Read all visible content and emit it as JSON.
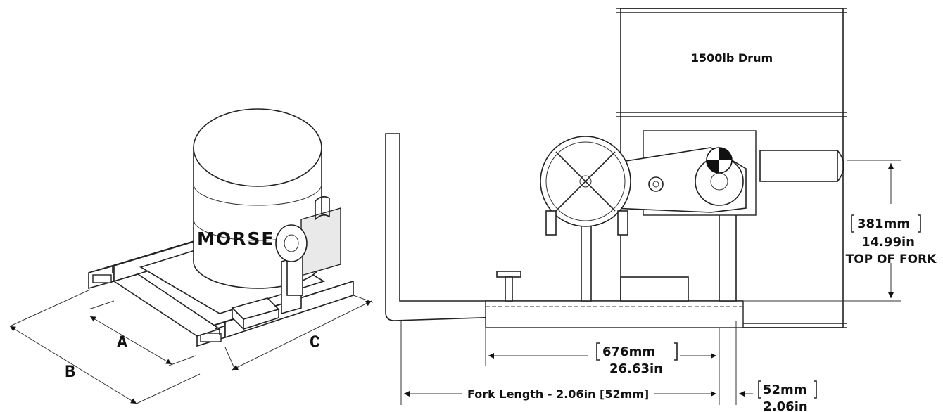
{
  "isometric": {
    "brand": "MORSE",
    "dim_a": "A",
    "dim_b": "B",
    "dim_c": "C"
  },
  "side_view": {
    "drum_label": "1500lb Drum",
    "height_mm": "381mm",
    "height_in": "14.99in",
    "height_note": "TOP OF FORK",
    "width_mm": "676mm",
    "width_in": "26.63in",
    "fork_length": "Fork Length - 2.06in [52mm]",
    "tine_mm": "52mm",
    "tine_in": "2.06in"
  }
}
